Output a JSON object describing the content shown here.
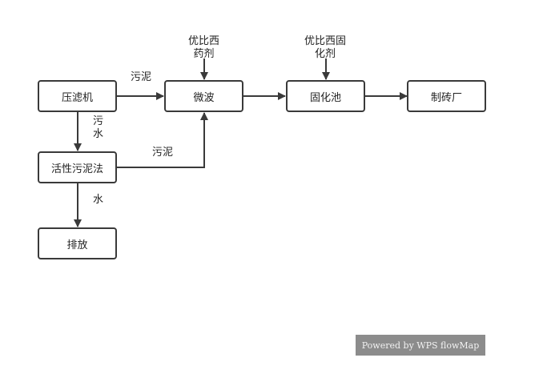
{
  "nodes": {
    "press": "压滤机",
    "microwave": "微波",
    "solidify": "固化池",
    "brick": "制砖厂",
    "sludge_method": "活性污泥法",
    "discharge": "排放"
  },
  "edge_labels": {
    "press_to_microwave": "污泥",
    "press_to_sludge_method": "污\n水",
    "sludge_method_to_microwave": "污泥",
    "sludge_method_to_discharge": "水",
    "reagent_to_microwave": "优比西\n药剂",
    "curing_agent_to_solidify": "优比西固\n化剂"
  },
  "watermark": "Powered by WPS flowMap",
  "colors": {
    "stroke": "#3a3a3a",
    "watermark_bg": "#8c8c8c"
  }
}
